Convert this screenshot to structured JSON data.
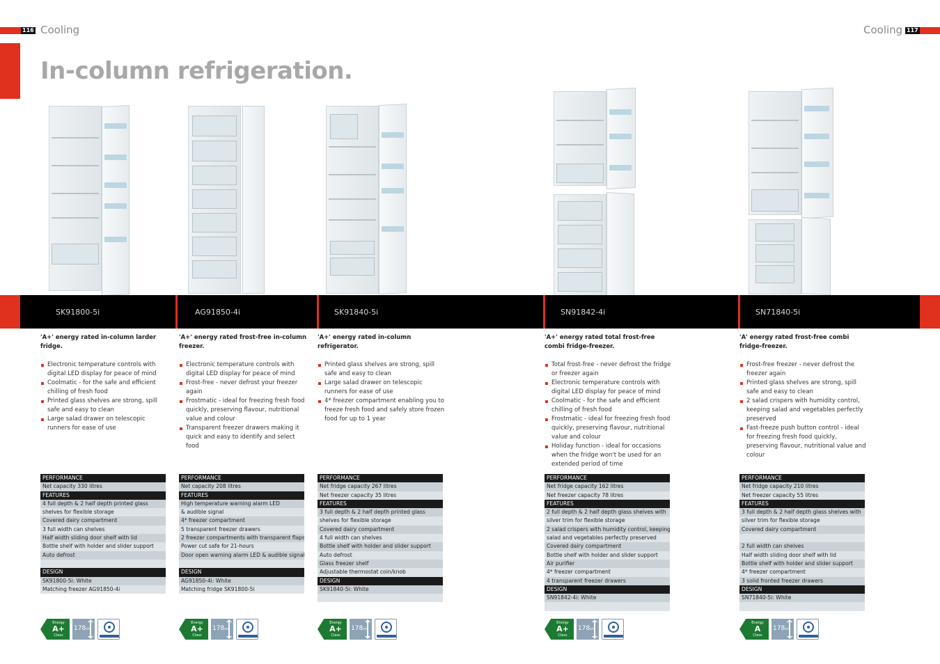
{
  "header": {
    "left_page": "116",
    "right_page": "117",
    "left_section": "Cooling",
    "right_section": "Cooling",
    "title": "In-column refrigeration."
  },
  "colors": {
    "accent": "#e0301e",
    "band": "#000000",
    "energy_green": "#1d7a32"
  },
  "products": [
    {
      "model": "SK91800-5i",
      "intro": "'A+' energy rated in-column larder fridge.",
      "bullets": [
        "Electronic temperature controls with digital LED display for peace of mind",
        "Coolmatic - for the safe and efficient chilling of fresh food",
        "Printed glass shelves are strong, spill safe and easy to clean",
        "Large salad drawer on telescopic runners for ease of use"
      ],
      "performance": [
        "Net capacity 330 litres"
      ],
      "features": [
        "4 full depth & 2 half depth printed glass",
        "shelves for flexible storage",
        "Covered dairy compartment",
        "3 full width can shelves",
        "Half width sliding door shelf with lid",
        "Bottle shelf with holder and slider support",
        "Auto defrost",
        ""
      ],
      "design": [
        "SK91800-5i: White",
        "Matching freezer  AG91850-4i"
      ],
      "energy": {
        "top": "Energy",
        "grade": "A+",
        "bottom": "Class"
      },
      "height": {
        "value": "178",
        "unit": "cm"
      }
    },
    {
      "model": "AG91850-4i",
      "intro": "'A+' energy rated frost-free in-column freezer.",
      "bullets": [
        "Electronic temperature controls with digital LED display for peace of mind",
        "Frost-free - never defrost your freezer again",
        "Frostmatic - ideal for freezing fresh food quickly, preserving flavour, nutritional value and colour",
        "Transparent freezer drawers making it quick and easy to identify and select food"
      ],
      "performance": [
        "Net capacity 208 litres"
      ],
      "features": [
        "High temperature warning alarm LED",
        "& audible signal",
        "4* freezer compartment",
        "5 transparent freezer drawers",
        "2 freezer compartments with transparent flaps",
        "Power cut safe for 21-hours",
        "Door open warning alarm LED & audible signal",
        ""
      ],
      "design": [
        "AG91850-4i: White",
        "Matching fridge  SK91800-5i"
      ],
      "energy": {
        "top": "Energy",
        "grade": "A+",
        "bottom": "Class"
      },
      "height": {
        "value": "178",
        "unit": "cm"
      }
    },
    {
      "model": "SK91840-5i",
      "intro": "'A+' energy rated in-column refrigerator.",
      "bullets": [
        "Printed glass shelves are strong, spill safe and easy to clean",
        "Large salad drawer on telescopic runners for ease of use",
        "4* freezer compartment enabling you to freeze fresh food and safely store frozen food for up to 1 year"
      ],
      "performance": [
        "Net fridge capacity 267 litres",
        "Net freezer capacity 35 litres"
      ],
      "features": [
        "3 full depth & 2 half depth printed glass",
        "shelves for flexible storage",
        "Covered dairy compartment",
        "4 full width can shelves",
        "Bottle shelf with holder and slider support",
        "Auto defrost",
        "Glass freezer shelf",
        "Adjustable thermostat coin/knob"
      ],
      "design": [
        "SK91840-5i: White",
        ""
      ],
      "energy": {
        "top": "Energy",
        "grade": "A+",
        "bottom": "Class"
      },
      "height": {
        "value": "178",
        "unit": "cm"
      }
    },
    {
      "model": "SN91842-4i",
      "intro": "'A+' energy rated total frost-free combi fridge-freezer.",
      "bullets": [
        "Total frost-free - never defrost the fridge or freezer again",
        "Electronic temperature controls with digital LED display for peace of mind",
        "Coolmatic - for the safe and efficient chilling of fresh food",
        "Frostmatic - ideal for freezing fresh food quickly, preserving flavour, nutritional value and colour",
        "Holiday function - ideal for occasions when the fridge won't be used for an extended period of time"
      ],
      "performance": [
        "Net fridge capacity 162 litres",
        "Net freezer capacity 78 litres"
      ],
      "features": [
        "2 full depth & 2 half depth glass shelves with",
        "silver trim for flexible storage",
        "2 salad crispers with humidity control, keeping",
        "salad and vegetables perfectly preserved",
        "Covered dairy compartment",
        "Bottle shelf with holder and slider support",
        "Air purifier",
        "4* freezer compartment",
        "4 transparent freezer drawers"
      ],
      "design": [
        "SN91842-4i: White",
        ""
      ],
      "energy": {
        "top": "Energy",
        "grade": "A+",
        "bottom": "Class"
      },
      "height": {
        "value": "178",
        "unit": "cm"
      }
    },
    {
      "model": "SN71840-5i",
      "intro": "'A' energy rated frost-free combi fridge-freezer.",
      "bullets": [
        "Frost-free freezer - never defrost the freezer again",
        "Printed glass shelves are strong, spill safe and easy to clean",
        "2 salad crispers with humidity control, keeping salad and vegetables perfectly preserved",
        "Fast-freeze push button control - ideal for freezing fresh food quickly, preserving flavour, nutritional value and colour"
      ],
      "performance": [
        "Net fridge capacity 210 litres",
        "Net freezer capacity 55 litres"
      ],
      "features": [
        "3 full depth & 2 half depth glass shelves with",
        "silver trim for flexible storage",
        "Covered dairy compartment",
        "",
        "2 full width can shelves",
        "Half width sliding door shelf with lid",
        "Bottle shelf with holder and slider support",
        "4* freezer compartment",
        "3 solid fronted freezer drawers"
      ],
      "design": [
        "SN71840-5i: White",
        ""
      ],
      "energy": {
        "top": "Energy",
        "grade": "A",
        "bottom": "Class"
      },
      "height": {
        "value": "178",
        "unit": "cm"
      }
    }
  ],
  "labels": {
    "performance": "PERFORMANCE",
    "features": "FEATURES",
    "design": "DESIGN"
  }
}
